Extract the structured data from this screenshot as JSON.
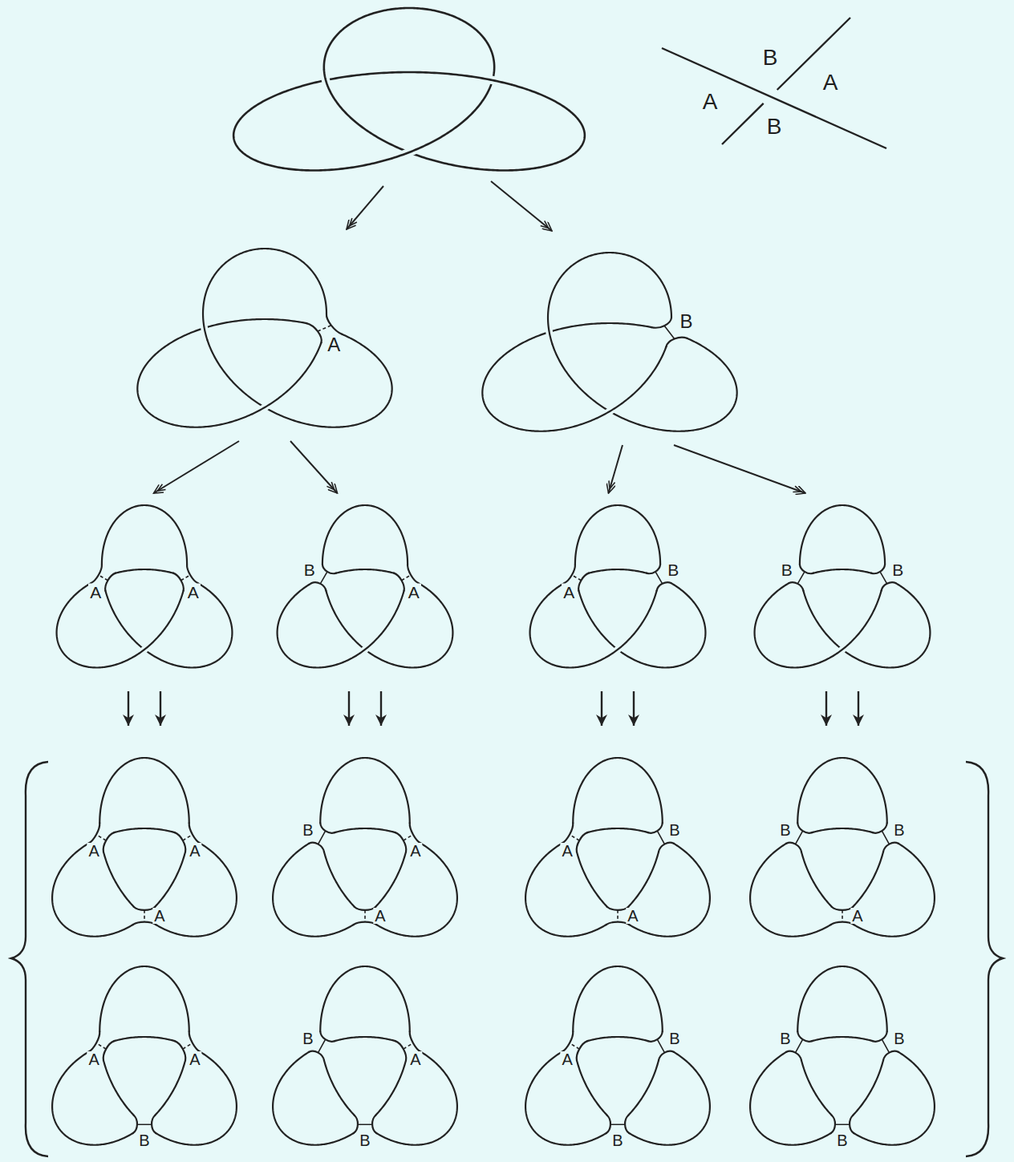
{
  "diagram": {
    "nodes": [
      {
        "text": [
          "A"
        ]
      },
      {
        "text": [
          "B"
        ]
      },
      {
        "text": [
          "A",
          "A"
        ]
      },
      {
        "text": [
          "B",
          "A"
        ]
      },
      {
        "text": [
          "B",
          "A"
        ]
      },
      {
        "text": [
          "B",
          "B"
        ]
      },
      {
        "text": [
          "A",
          "A",
          "A"
        ]
      },
      {
        "text": [
          "B",
          "A",
          "A"
        ]
      },
      {
        "text": [
          "B",
          "A",
          "A"
        ]
      },
      {
        "text": [
          "B",
          "B",
          "A"
        ]
      },
      {
        "text": [
          "A",
          "A",
          "B"
        ]
      },
      {
        "text": [
          "B",
          "A",
          "B"
        ]
      },
      {
        "text": [
          "B",
          "A",
          "B"
        ]
      },
      {
        "text": [
          "B",
          "B",
          "B"
        ]
      }
    ],
    "edges": [
      {
        "from": 0,
        "to": 2,
        "arrow": "to"
      },
      {
        "from": 0,
        "to": 3,
        "arrow": "to"
      },
      {
        "from": 1,
        "to": 4,
        "arrow": "to"
      },
      {
        "from": 1,
        "to": 5,
        "arrow": "to"
      }
    ],
    "labels": [
      "B",
      "A",
      "A",
      "B"
    ]
  }
}
